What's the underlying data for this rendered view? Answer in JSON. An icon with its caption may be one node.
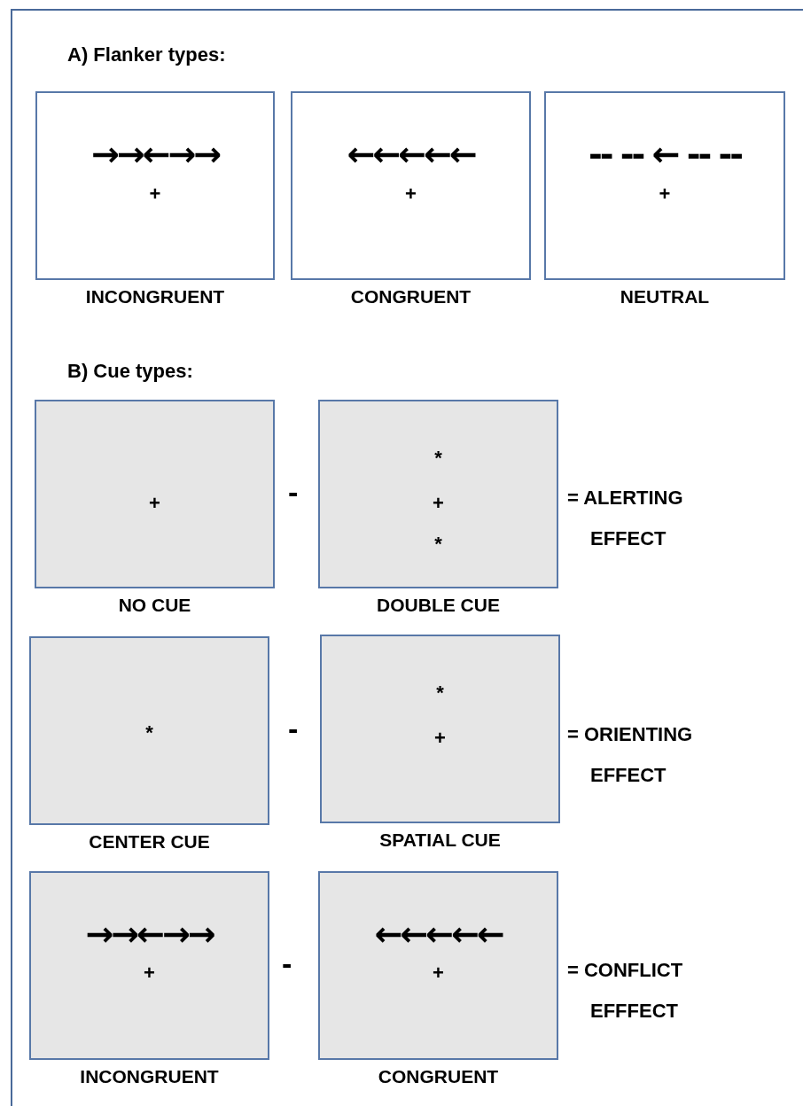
{
  "diagram": {
    "nodes": [
      {
        "text": [
          "→→←→→",
          "+"
        ],
        "beside": [
          "INCONGRUENT"
        ]
      },
      {
        "text": [
          "←←←←←",
          "+"
        ],
        "beside": [
          "CONGRUENT"
        ]
      },
      {
        "text": [
          "-- -- ← -- --",
          "+"
        ],
        "beside": [
          "NEUTRAL"
        ]
      },
      {
        "text": [
          "+"
        ],
        "beside": [
          "NO CUE"
        ]
      },
      {
        "text": [
          "*",
          "+",
          "*"
        ],
        "beside": [
          "DOUBLE CUE"
        ]
      },
      {
        "text": [
          "*"
        ],
        "beside": [
          "CENTER CUE"
        ]
      },
      {
        "text": [
          "*",
          "+"
        ],
        "beside": [
          "SPATIAL CUE"
        ]
      },
      {
        "text": [
          "→→←→→",
          "+"
        ],
        "beside": [
          "INCONGRUENT"
        ]
      },
      {
        "text": [
          "←←←←←",
          "+"
        ],
        "beside": [
          "CONGRUENT"
        ]
      }
    ],
    "labels": [
      "A) Flanker types:",
      "B) Cue types:",
      "-",
      "= ALERTING EFFECT",
      "-",
      "= ORIENTING EFFECT",
      "-",
      "= CONFLICT EFFFECT"
    ]
  }
}
